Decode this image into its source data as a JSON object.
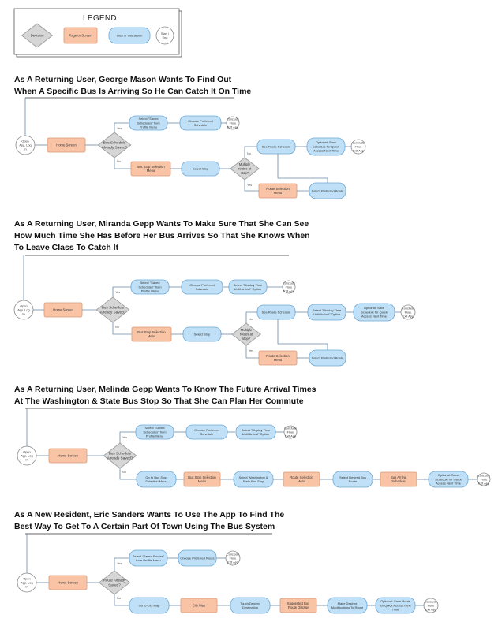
{
  "legend": {
    "title": "LEGEND",
    "decision": "Decision",
    "page": "Page or Screen",
    "step": "Step or Interaction",
    "end": "Start / End"
  },
  "flows": [
    {
      "title_lines": [
        "As A Returning User, George Mason Wants To Find Out",
        "When A Specific Bus Is Arriving So He Can Catch It On Time"
      ],
      "start": "Open App, Log In",
      "home": "Home Screen",
      "decision": "Bus Schedule Already Saved?",
      "yes": "Yes",
      "no": "No",
      "top_steps": [
        "Select \"Saved Schedules\" from Profile Menu",
        "Choose Preferred Schedule"
      ],
      "top_end": "Conclude Flow, Exit App",
      "bottom_page": "Bus Stop Selection Menu",
      "bottom_step": "Select Stop",
      "decision2": "Multiple routes at stop?",
      "route_page": "Route Selection Menu",
      "pref_route": "Select Preferred Route",
      "see_sched": "See Route Schedule",
      "optional": "Optional: Save Schedule for Quick Access Next Time",
      "end2": "Conclude Flow, Exit App"
    },
    {
      "title_lines": [
        "As A Returning User, Miranda Gepp Wants To Make Sure That She Can See",
        "How Much Time She Has Before Her Bus Arrives So That She Knows When",
        "To Leave Class To Catch It"
      ],
      "start": "Open App, Log In",
      "home": "Home Screen",
      "decision": "Bus Schedule Already Saved?",
      "yes": "Yes",
      "no": "No",
      "top_steps": [
        "Select \"Saved Schedules\" from Profile Menu",
        "Choose Preferred Schedule",
        "Select \"Display Time Until Arrival\" Option"
      ],
      "top_end": "Conclude Flow, Exit App",
      "bottom_page": "Bus Stop Selection Menu",
      "bottom_step": "Select Stop",
      "decision2": "Multiple routes at stop?",
      "route_page": "Route Selection Menu",
      "pref_route": "Select Preferred Route",
      "see_sched": "See Route Schedule",
      "display": "Select \"Display Time Until Arrival\" Option",
      "optional": "Optional: Save Schedule for Quick Access Next Time",
      "end2": "Conclude Flow, Exit App"
    },
    {
      "title_lines": [
        "As A Returning User, Melinda Gepp Wants To Know The Future Arrival Times",
        "At The Washington & State Bus Stop So That She Can Plan Her Commute"
      ],
      "start": "Open App, Log In",
      "home": "Home Screen",
      "decision": "Bus Schedule Already Saved?",
      "yes": "Yes",
      "no": "No",
      "top_steps": [
        "Select \"Saved Schedules\" from Profile Menu",
        "Choose Preferred Schedule",
        "Select \"Display Time Until Arrival\" Option"
      ],
      "top_end": "Conclude Flow, Exit App",
      "bottom_chain": [
        {
          "kind": "step",
          "text": "Go to Bus Stop Selection Menu"
        },
        {
          "kind": "page",
          "text": "Bus Stop Selection Menu"
        },
        {
          "kind": "step",
          "text": "Select Washington & State Bus Stop"
        },
        {
          "kind": "page",
          "text": "Route Selection Menu"
        },
        {
          "kind": "step",
          "text": "Select Desired Bus Route"
        },
        {
          "kind": "page",
          "text": "Bus Arrival Schedule"
        },
        {
          "kind": "step",
          "text": "Optional: Save Schedule for Quick Access Next Time"
        }
      ],
      "end2": "Conclude Flow, Exit App"
    },
    {
      "title_lines": [
        "As A New Resident, Eric Sanders Wants To Use The App To Find The",
        "Best Way To Get To A Certain Part Of Town Using The Bus System"
      ],
      "start": "Open App, Log In",
      "home": "Home Screen",
      "decision": "Route Already Saved?",
      "yes": "Yes",
      "no": "No",
      "top_steps": [
        "Select \"Saved Routes\" from Profile Menu",
        "Choose Preferred Route"
      ],
      "top_end": "Conclude Flow, Exit App",
      "bottom_chain": [
        {
          "kind": "step",
          "text": "Go to City Map"
        },
        {
          "kind": "page",
          "text": "City Map"
        },
        {
          "kind": "step",
          "text": "Touch Desired Destination"
        },
        {
          "kind": "page",
          "text": "Suggested Bus Route Display"
        },
        {
          "kind": "step",
          "text": "Make Desired Modifications To Route"
        },
        {
          "kind": "step",
          "text": "Optional: Save Route for Quick Access Next Time"
        }
      ],
      "end2": "Conclude Flow, Exit App"
    }
  ],
  "colors": {
    "page_fill": "#f9c4a6",
    "page_stroke": "#d89a78",
    "step_fill": "#bfe0f6",
    "step_stroke": "#6fa8d4",
    "decision_fill": "#d6d6d6",
    "decision_stroke": "#999999",
    "line": "#6a8aa6"
  }
}
